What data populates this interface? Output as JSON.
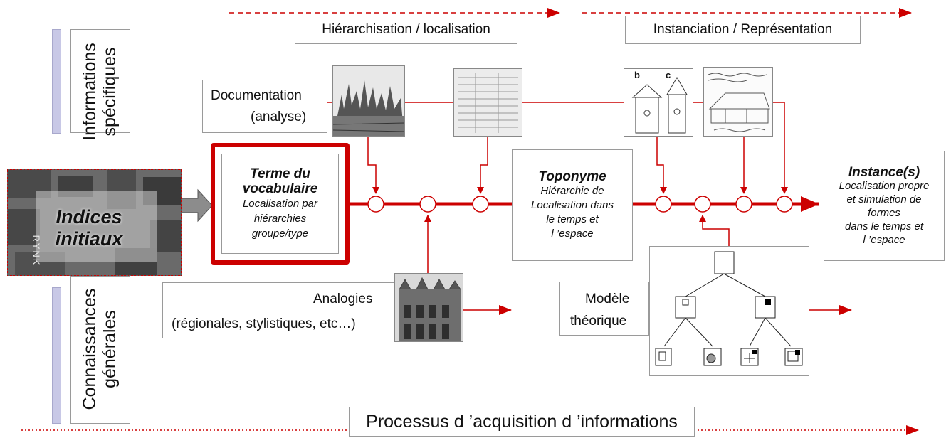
{
  "phases": {
    "phase1": "Hiérarchisation / localisation",
    "phase2": "Instanciation / Représentation"
  },
  "side": {
    "top_line1": "Informations",
    "top_line2": "spécifiques",
    "bottom_line1": "Connaissances",
    "bottom_line2": "générales"
  },
  "indices": {
    "line1": "Indices",
    "line2": "initiaux",
    "map_word": "RYNK"
  },
  "documentation": {
    "line1": "Documentation",
    "line2": "(analyse)"
  },
  "terme": {
    "title1": "Terme du",
    "title2": "vocabulaire",
    "sub1": "Localisation par",
    "sub2": "hiérarchies",
    "sub3": "groupe/type"
  },
  "toponyme": {
    "title": "Toponyme",
    "sub1": "Hiérarchie de",
    "sub2": "Localisation dans",
    "sub3": "le temps et",
    "sub4": "l ’espace"
  },
  "instance": {
    "title": "Instance(s)",
    "sub1": "Localisation propre",
    "sub2": "et simulation de",
    "sub3": "formes",
    "sub4": "dans le temps et",
    "sub5": "l ’espace"
  },
  "analogies": {
    "line1": "Analogies",
    "line2": "(régionales, stylistiques, etc…)"
  },
  "modele": {
    "line1": "Modèle",
    "line2": "théorique"
  },
  "process": "Processus d ’acquisition d ’informations",
  "sketch_labels": {
    "b": "b",
    "c": "c"
  },
  "colors": {
    "accent": "#cc0000",
    "panel": "#c8c8e6",
    "border": "#9a9a9a"
  }
}
